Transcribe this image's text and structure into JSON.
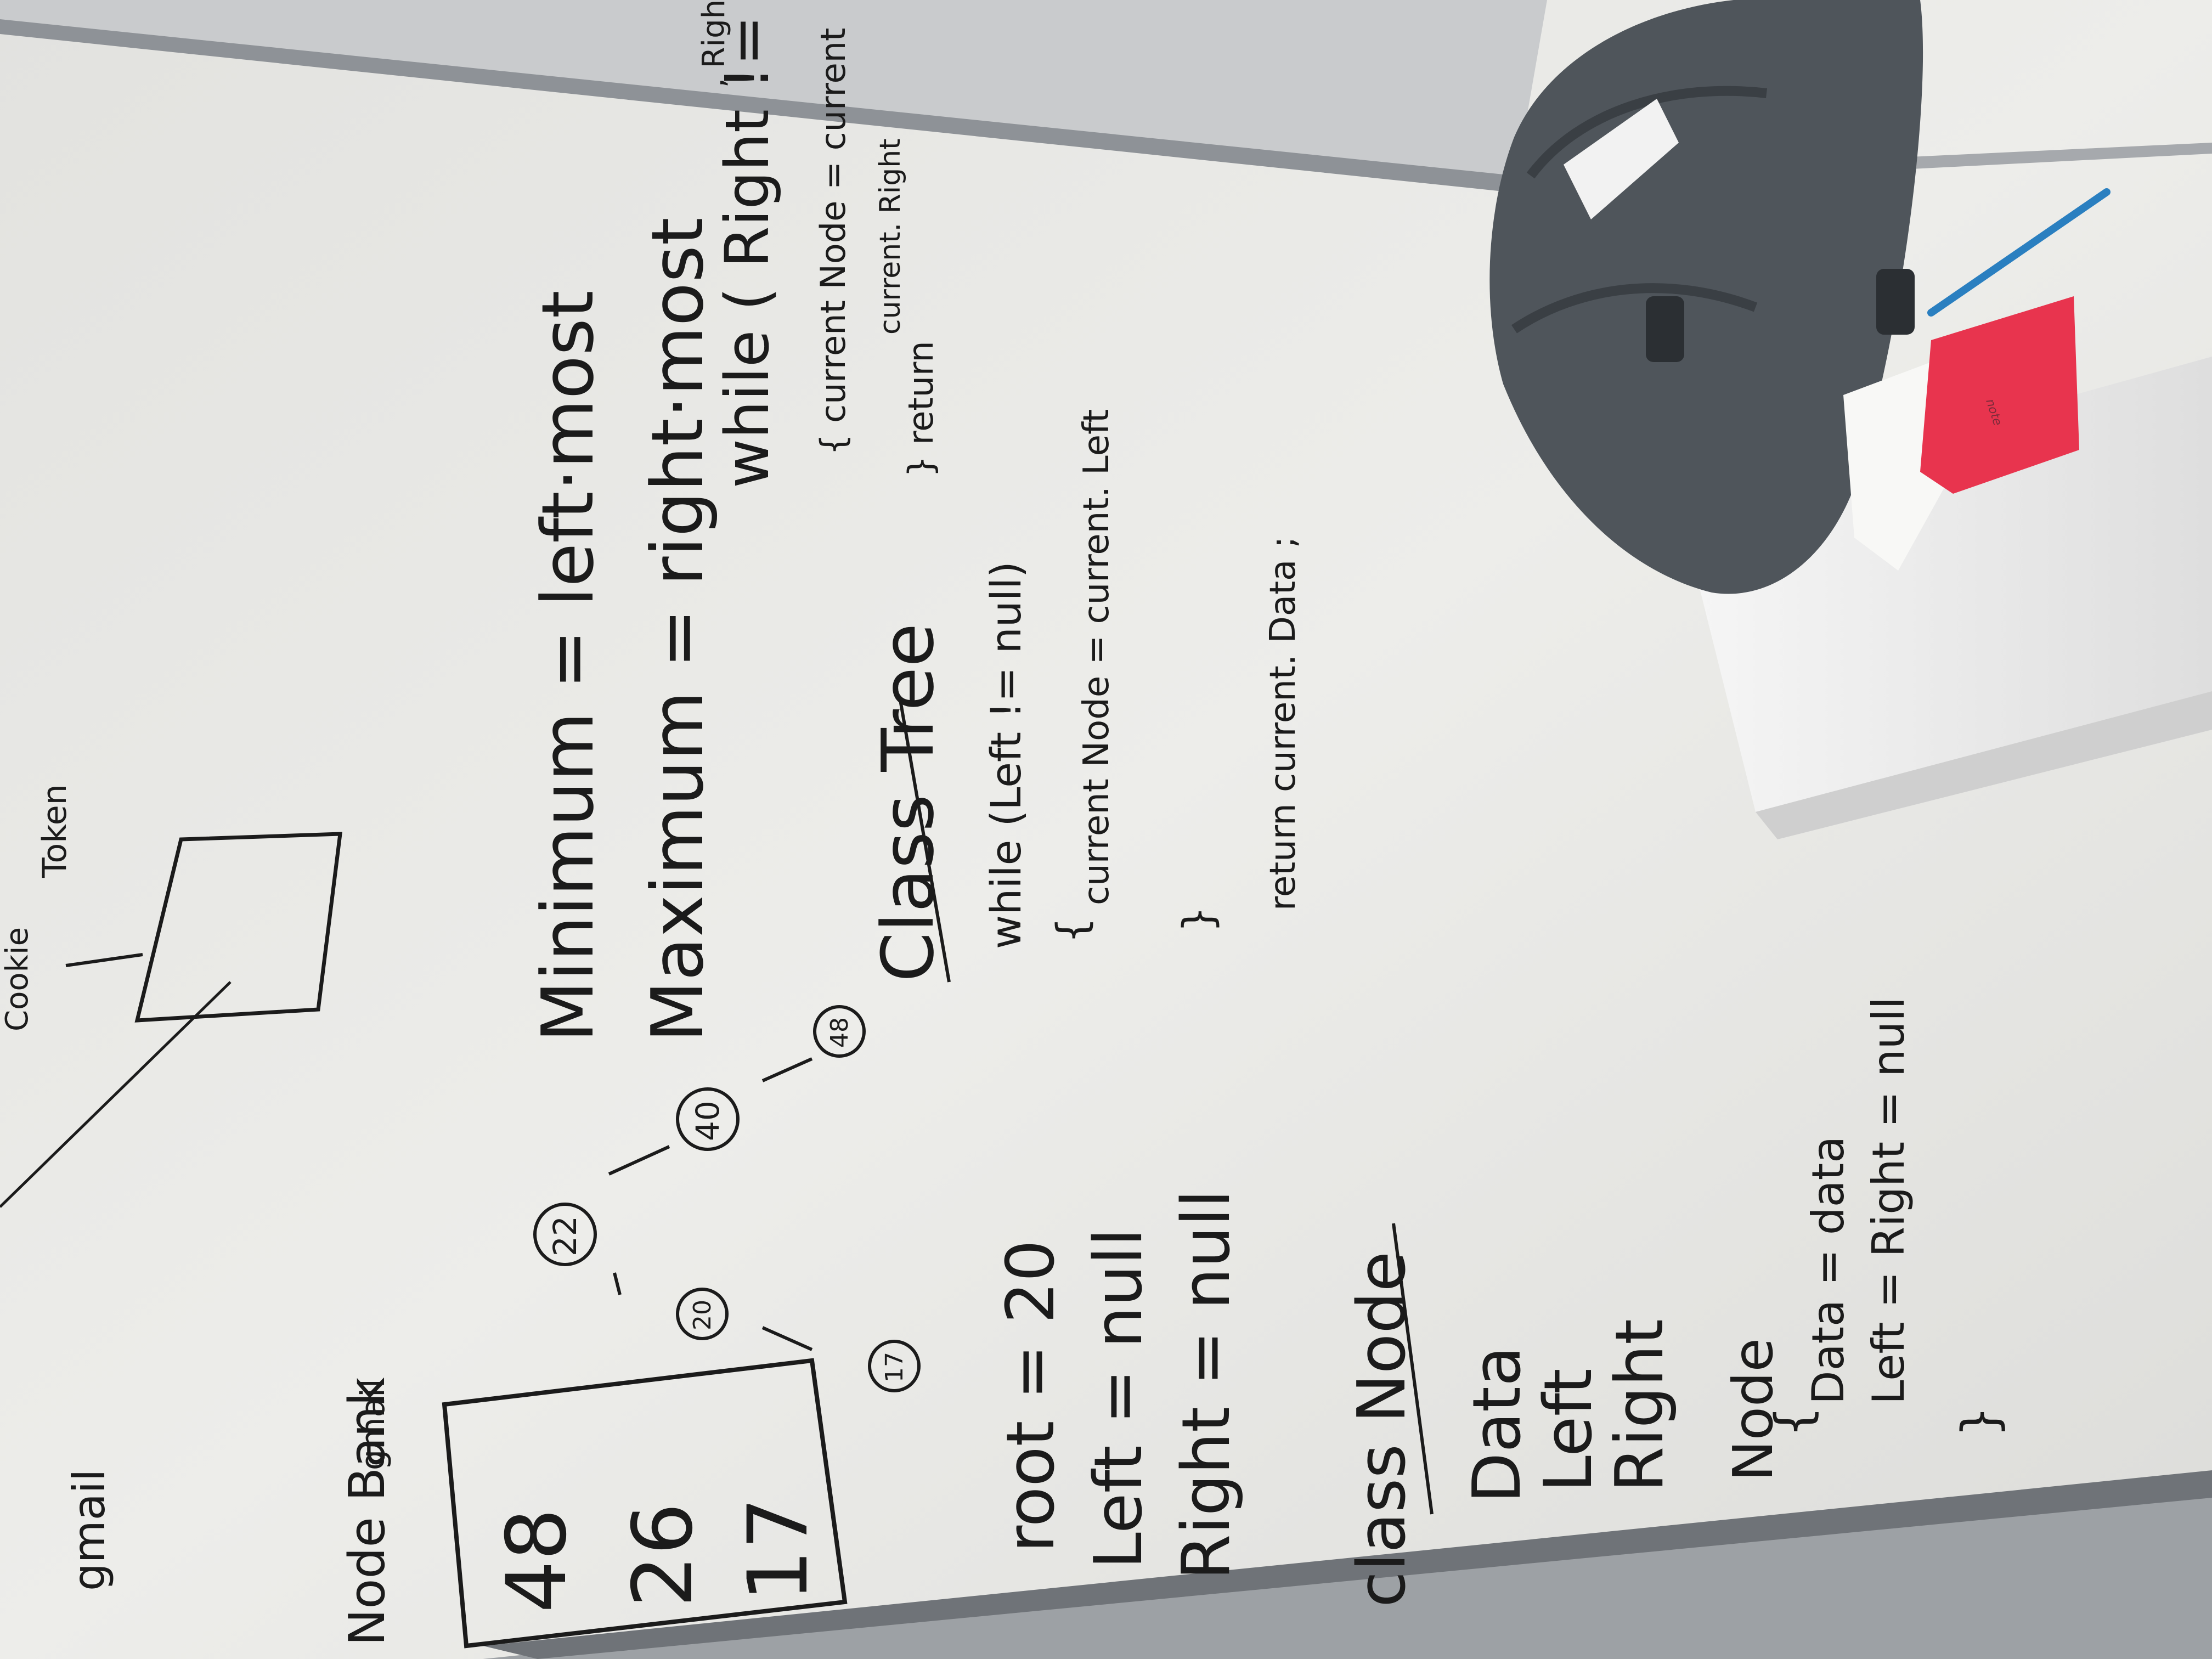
{
  "whiteboard": {
    "top_left": {
      "gmail_label": "gmail",
      "cookie_label": "Cookie",
      "token_label": "Token"
    },
    "node_bank": {
      "title": "Node Bank",
      "tag": "gmail",
      "values": [
        "48",
        "26",
        "17"
      ]
    },
    "tree": {
      "nodes": [
        "22",
        "40",
        "48",
        "20",
        "17"
      ]
    },
    "fields": {
      "root": "root = 20",
      "left": "Left = null",
      "right": "Right = null"
    },
    "minmax": {
      "minimum": "Minimum = left·most",
      "maximum": "Maximum = right·most"
    },
    "class_tree": {
      "title": "Class Tree",
      "while_left": "while (Left != null)",
      "open_brace": "{",
      "current_node_left": "current Node = current. Left",
      "close_brace": "}",
      "return_line": "return current. Data ;"
    },
    "while_right": {
      "while_line": "while ( Right != null)",
      "brace_current": "{ current Node = current",
      "current_right": "current. Right",
      "close_return": "} return",
      "edge_text": ", Right"
    },
    "class_node": {
      "title": "class Node",
      "field_data": "Data",
      "field_left": "Left",
      "field_right": "Right",
      "ctor": "Node",
      "open_brace": "{",
      "assign_data": "Data = data",
      "assign_lr": "Left = Right = null",
      "close_brace": "}"
    }
  },
  "sticky_note": {
    "color": "#e8344e",
    "text": "note"
  },
  "colors": {
    "board": "#e9e9e6",
    "ink": "#1b1b1b",
    "frame": "#8e9297",
    "desk": "#f2f2f2",
    "bag": "#4f555b",
    "pen": "#2a7fc0"
  }
}
